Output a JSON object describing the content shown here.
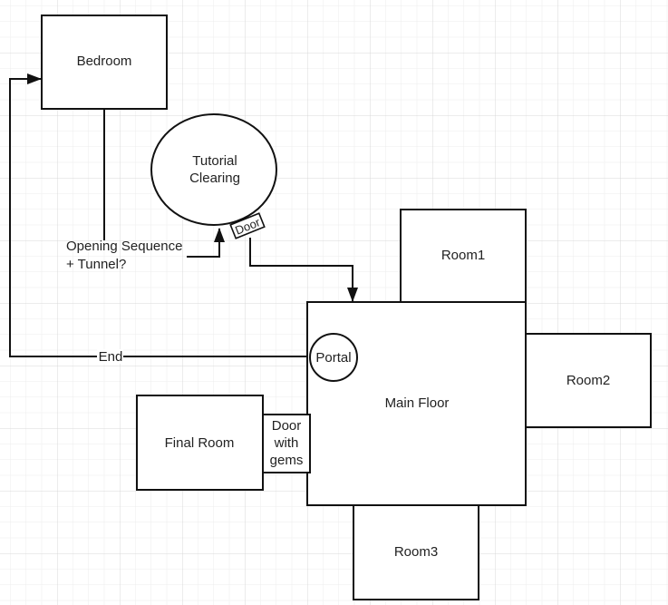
{
  "diagram": {
    "type": "floor-plan flowchart",
    "colors": {
      "background": "#ffffff",
      "grid_minor": "#ececec",
      "grid_major": "#dadada",
      "stroke": "#111111",
      "text": "#222222"
    },
    "nodes": {
      "bedroom": {
        "label": "Bedroom",
        "shape": "rectangle"
      },
      "tutorial_clearing": {
        "label_line1": "Tutorial",
        "label_line2": "Clearing",
        "shape": "ellipse"
      },
      "tutorial_door": {
        "label": "Door",
        "shape": "rotated-rectangle"
      },
      "main_floor": {
        "label": "Main Floor",
        "shape": "rectangle"
      },
      "room1": {
        "label": "Room1",
        "shape": "rectangle"
      },
      "room2": {
        "label": "Room2",
        "shape": "rectangle"
      },
      "room3": {
        "label": "Room3",
        "shape": "rectangle"
      },
      "final_room": {
        "label": "Final Room",
        "shape": "rectangle"
      },
      "door_with_gems": {
        "label_line1": "Door",
        "label_line2": "with",
        "label_line3": "gems",
        "shape": "rectangle"
      },
      "portal": {
        "label": "Portal",
        "shape": "circle"
      }
    },
    "edges": {
      "opening": {
        "from": "bedroom",
        "to": "tutorial_clearing",
        "label_line1": "Opening Sequence",
        "label_line2": "+ Tunnel?"
      },
      "door_to_main": {
        "from": "tutorial_door",
        "to": "main_floor",
        "label": ""
      },
      "end": {
        "from": "portal",
        "to": "bedroom",
        "label": "End"
      }
    }
  }
}
